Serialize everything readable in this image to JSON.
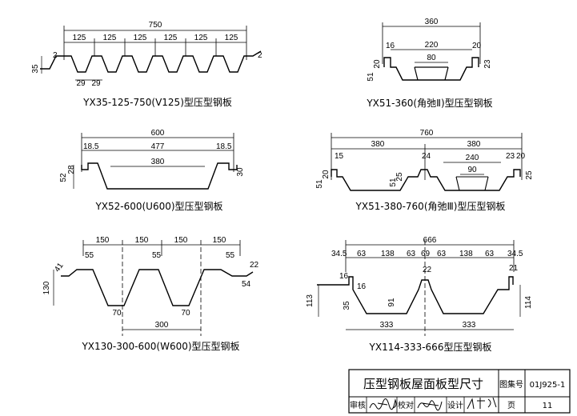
{
  "panels": [
    {
      "id": "p1",
      "caption": "YX35-125-750(V125)型压型钢板",
      "dims": {
        "total": "750",
        "pitch": "125",
        "height": "35",
        "side": "2",
        "top_w": "29",
        "bot_w": "29"
      }
    },
    {
      "id": "p2",
      "caption": "YX51-360(角弛Ⅱ)型压型钢板",
      "dims": {
        "total": "360",
        "left": "16",
        "mid_top": "220",
        "mid_bot": "80",
        "right": "20",
        "height": "51",
        "side_h": "20",
        "right_h": "23"
      }
    },
    {
      "id": "p3",
      "caption": "YX52-600(U600)型压型钢板",
      "dims": {
        "total": "600",
        "lip_l": "18.5",
        "span": "477",
        "lip_r": "18.5",
        "inner": "380",
        "height": "52",
        "side_h": "28",
        "right_h": "30"
      }
    },
    {
      "id": "p4",
      "caption": "YX51-380-760(角弛Ⅲ)型压型钢板",
      "dims": {
        "total": "760",
        "half_l": "380",
        "half_r": "380",
        "left": "15",
        "mid": "24",
        "center_top": "240",
        "center_bot": "90",
        "r1": "23",
        "r2": "20",
        "height": "51",
        "side_h": "20",
        "mid_h": "51",
        "mid_h2": "25",
        "right_h": "25"
      }
    },
    {
      "id": "p5",
      "caption": "YX130-300-600(W600)型压型钢板",
      "dims": {
        "pitch": "150",
        "top": "55",
        "side_d": "41",
        "height": "130",
        "bot": "70",
        "span": "300",
        "r_a": "22",
        "r_b": "54"
      }
    },
    {
      "id": "p6",
      "caption": "YX114-333-666型压型钢板",
      "dims": {
        "total": "666",
        "edge": "34.5",
        "a": "63",
        "b": "138",
        "c": "69",
        "d": "22",
        "lip": "16",
        "lip2": "16",
        "h_left": "113",
        "inner_h": "35",
        "mid_h": "91",
        "bottom": "333",
        "right_lip": "21",
        "h_right": "114"
      }
    }
  ],
  "title_block": {
    "title": "压型钢板屋面板型尺寸",
    "atlas_label": "图集号",
    "atlas_no": "01J925-1",
    "review_label": "审核",
    "check_label": "校对",
    "design_label": "设计",
    "page_label": "页",
    "page_no": "11"
  }
}
